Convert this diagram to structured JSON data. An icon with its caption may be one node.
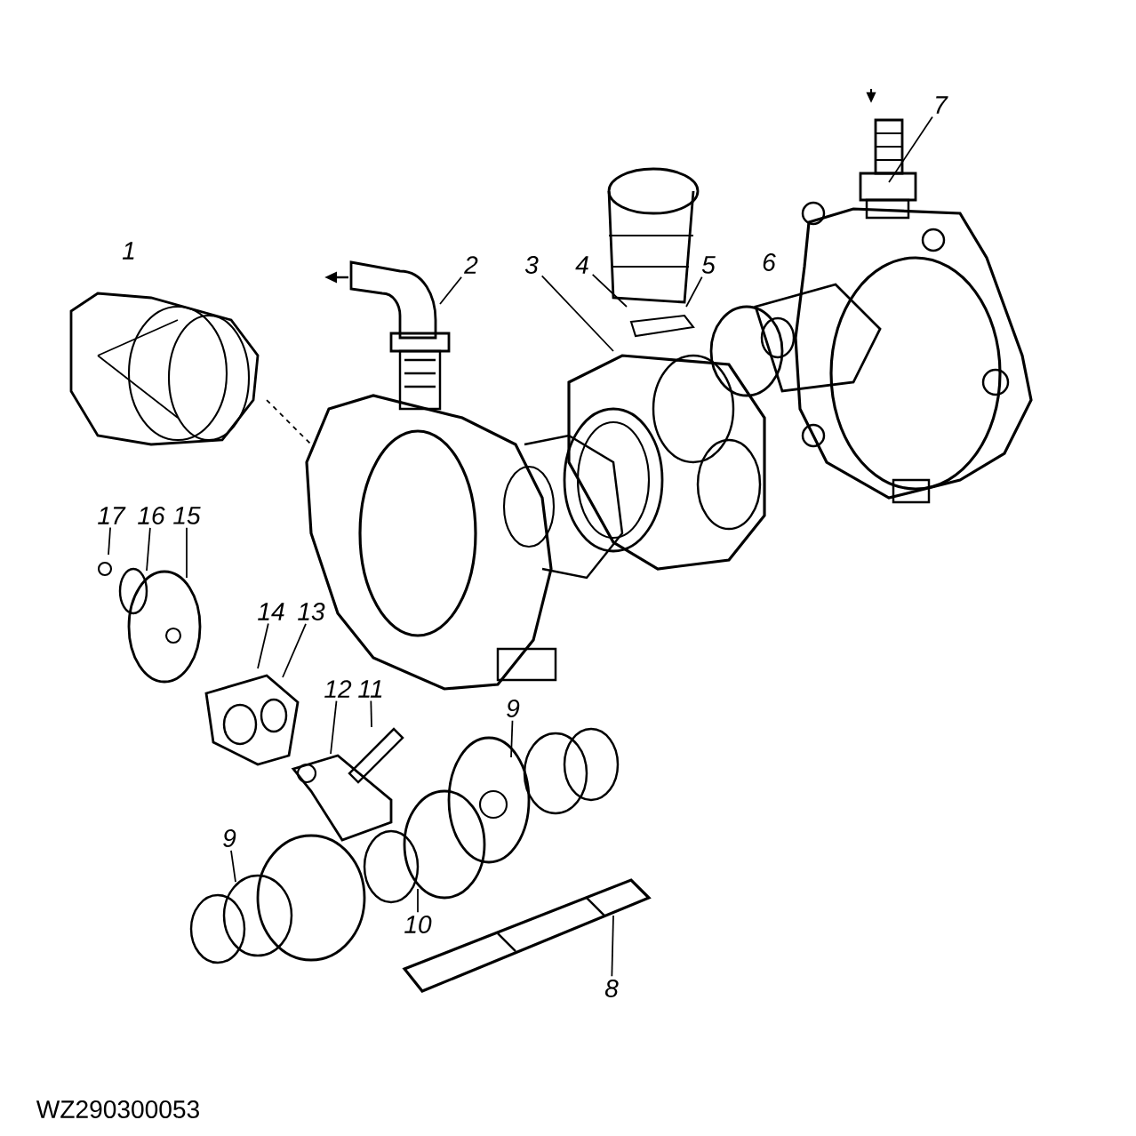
{
  "diagram": {
    "nodes": [
      {
        "text": [
          "2"
        ]
      },
      {
        "text": [
          "3"
        ]
      },
      {
        "text": [
          "4"
        ]
      },
      {
        "text": [
          "5"
        ]
      },
      {
        "text": [
          "7"
        ]
      },
      {
        "text": [
          "17"
        ]
      },
      {
        "text": [
          "16"
        ]
      },
      {
        "text": [
          "15"
        ]
      },
      {
        "text": [
          "14"
        ]
      },
      {
        "text": [
          "13"
        ]
      },
      {
        "text": [
          "12"
        ]
      },
      {
        "text": [
          "11"
        ]
      },
      {
        "text": [
          "9"
        ]
      },
      {
        "text": [
          "9"
        ]
      },
      {
        "text": [
          "10"
        ]
      },
      {
        "text": [
          "8"
        ]
      }
    ],
    "edges": [
      {
        "from": 0,
        "to": null,
        "arrow": "none"
      },
      {
        "from": 1,
        "to": null,
        "arrow": "none"
      },
      {
        "from": 2,
        "to": null,
        "arrow": "none"
      },
      {
        "from": 3,
        "to": null,
        "arrow": "none"
      },
      {
        "from": 4,
        "to": null,
        "arrow": "none"
      },
      {
        "from": 5,
        "to": null,
        "arrow": "none"
      },
      {
        "from": 6,
        "to": null,
        "arrow": "none"
      },
      {
        "from": 7,
        "to": null,
        "arrow": "none"
      },
      {
        "from": 8,
        "to": null,
        "arrow": "none"
      },
      {
        "from": 9,
        "to": null,
        "arrow": "none"
      },
      {
        "from": 10,
        "to": null,
        "arrow": "none"
      },
      {
        "from": 11,
        "to": null,
        "arrow": "none"
      },
      {
        "from": 12,
        "to": null,
        "arrow": "none"
      },
      {
        "from": 13,
        "to": null,
        "arrow": "none"
      },
      {
        "from": 14,
        "to": null,
        "arrow": "none"
      },
      {
        "from": 15,
        "to": null,
        "arrow": "none"
      }
    ],
    "labels": [
      "1",
      "6",
      "WZ290300053"
    ]
  }
}
